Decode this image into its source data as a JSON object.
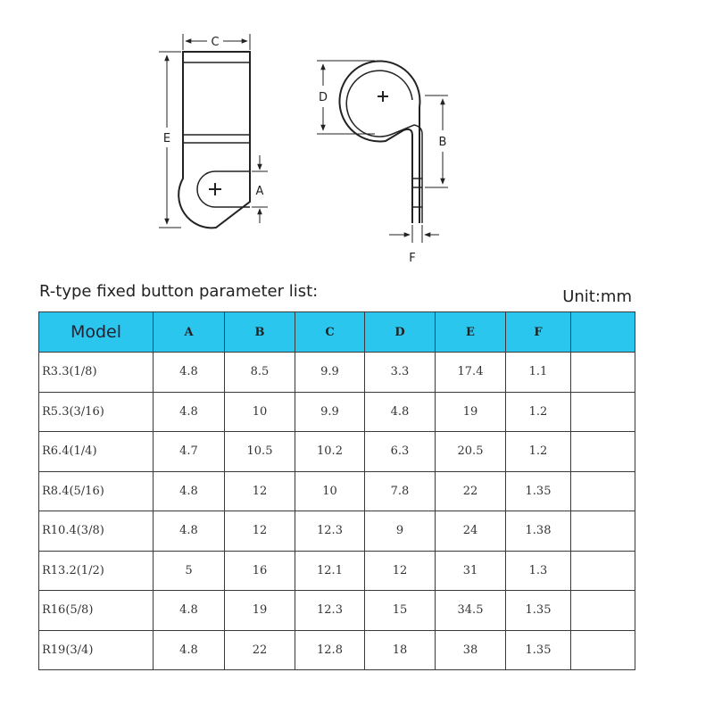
{
  "diagram": {
    "labels": {
      "c": "C",
      "e": "E",
      "a": "A",
      "d": "D",
      "b": "B",
      "f": "F"
    }
  },
  "heading": "R-type fixed button parameter list:",
  "unit": "Unit:mm",
  "table": {
    "headers": [
      "Model",
      "A",
      "B",
      "C",
      "D",
      "E",
      "F",
      ""
    ],
    "rows": [
      [
        "R3.3(1/8)",
        "4.8",
        "8.5",
        "9.9",
        "3.3",
        "17.4",
        "1.1",
        ""
      ],
      [
        "R5.3(3/16)",
        "4.8",
        "10",
        "9.9",
        "4.8",
        "19",
        "1.2",
        ""
      ],
      [
        "R6.4(1/4)",
        "4.7",
        "10.5",
        "10.2",
        "6.3",
        "20.5",
        "1.2",
        ""
      ],
      [
        "R8.4(5/16)",
        "4.8",
        "12",
        "10",
        "7.8",
        "22",
        "1.35",
        ""
      ],
      [
        "R10.4(3/8)",
        "4.8",
        "12",
        "12.3",
        "9",
        "24",
        "1.38",
        ""
      ],
      [
        "R13.2(1/2)",
        "5",
        "16",
        "12.1",
        "12",
        "31",
        "1.3",
        ""
      ],
      [
        "R16(5/8)",
        "4.8",
        "19",
        "12.3",
        "15",
        "34.5",
        "1.35",
        ""
      ],
      [
        "R19(3/4)",
        "4.8",
        "22",
        "12.8",
        "18",
        "38",
        "1.35",
        ""
      ]
    ]
  },
  "colors": {
    "header_bg": "#2bc6ee",
    "border": "#3a3a3a"
  }
}
